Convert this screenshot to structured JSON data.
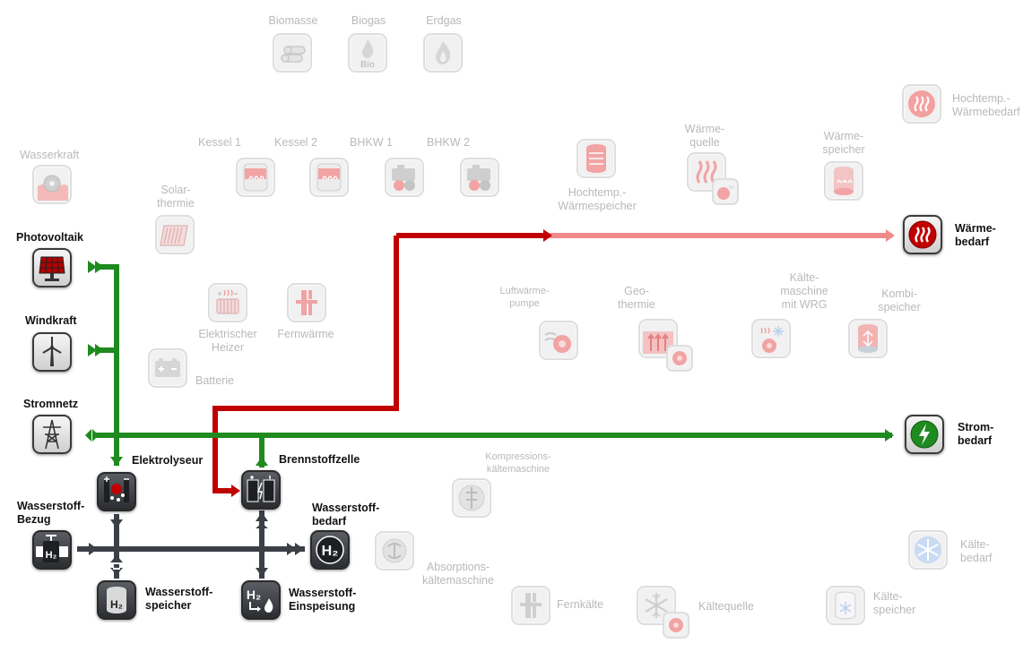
{
  "colors": {
    "electricity": "#1f8a1f",
    "heat_active": "#c00000",
    "heat_inactive": "#f08a8a",
    "hydrogen": "#3b3f46",
    "inactive_text": "#b9b9b9",
    "active_text": "#111111"
  },
  "components": {
    "biomasse": "Biomasse",
    "biogas": "Biogas",
    "biogas_icon_text": "Bio",
    "erdgas": "Erdgas",
    "hochtemp_waermebedarf": "Hochtemp.-\nWärmebedarf",
    "wasserkraft": "Wasserkraft",
    "kessel1": "Kessel 1",
    "kessel2": "Kessel 2",
    "bhkw1": "BHKW 1",
    "bhkw2": "BHKW 2",
    "solarthermie": "Solar-\nthermie",
    "hochtemp_waermespeicher": "Hochtemp.-\nWärmespeicher",
    "waermequelle": "Wärme-\nquelle",
    "waermespeicher": "Wärme-\nspeicher",
    "waermebedarf": "Wärme-\nbedarf",
    "photovoltaik": "Photovoltaik",
    "elektrischer_heizer": "Elektrischer\nHeizer",
    "fernwaerme": "Fernwärme",
    "luftwaermepumpe": "Luftwärme-\npumpe",
    "geothermie": "Geo-\nthermie",
    "kaeltemaschine_wrg": "Kälte-\nmaschine\nmit WRG",
    "kombispeicher": "Kombi-\nspeicher",
    "windkraft": "Windkraft",
    "batterie": "Batterie",
    "stromnetz": "Stromnetz",
    "strombedarf": "Strom-\nbedarf",
    "elektrolyseur": "Elektrolyseur",
    "brennstoffzelle": "Brennstoffzelle",
    "kompressionskaeltemaschine": "Kompressions-\nkältemaschine",
    "wasserstoffbezug": "Wasserstoff-\nBezug",
    "wasserstoffbedarf": "Wasserstoff-\nbedarf",
    "absorptionskaeltemaschine": "Absorptions-\nkältemaschine",
    "kaeltebedarf": "Kälte-\nbedarf",
    "wasserstoffspeicher": "Wasserstoff-\nspeicher",
    "wasserstoffeinspeisung": "Wasserstoff-\nEinspeisung",
    "fernkaelte": "Fernkälte",
    "kaeltequelle": "Kältequelle",
    "kaeltespeicher": "Kälte-\nspeicher",
    "h2_text": "H2"
  }
}
